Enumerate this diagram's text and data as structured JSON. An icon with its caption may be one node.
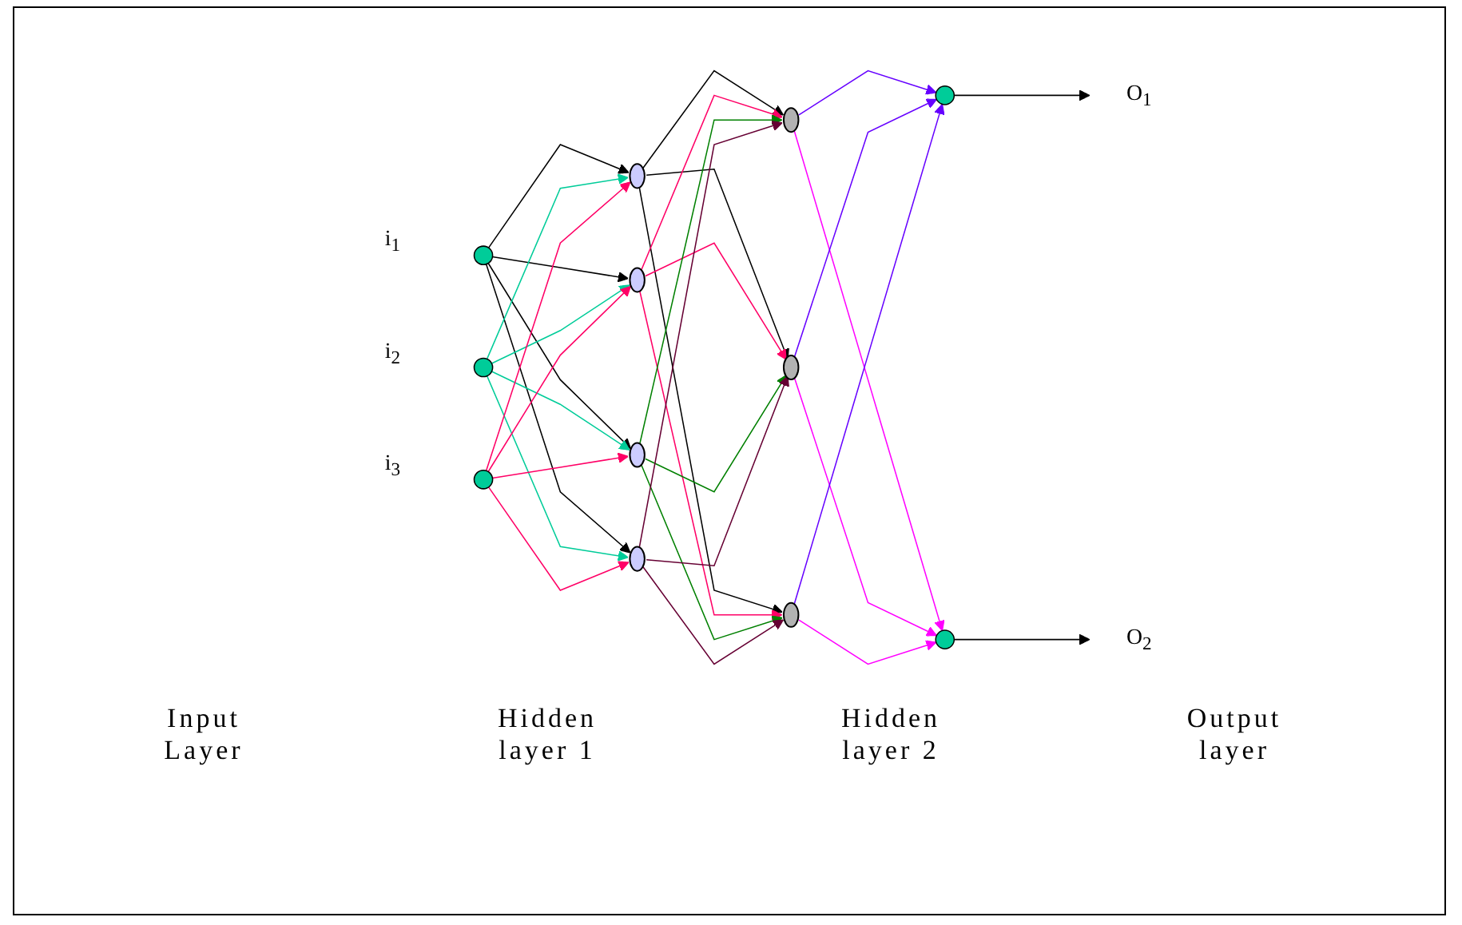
{
  "diagram": {
    "nodes": [
      {
        "text": [],
        "shape": "circle",
        "beside": [
          "i$_{1}$"
        ]
      },
      {
        "text": [],
        "shape": "circle",
        "beside": [
          "i$_{2}$"
        ]
      },
      {
        "text": [],
        "shape": "circle",
        "beside": [
          "i$_{3}$"
        ]
      },
      {
        "text": [],
        "shape": "ellipse"
      },
      {
        "text": [],
        "shape": "ellipse"
      },
      {
        "text": [],
        "shape": "ellipse"
      },
      {
        "text": [],
        "shape": "ellipse"
      },
      {
        "text": [],
        "shape": "ellipse"
      },
      {
        "text": [],
        "shape": "ellipse"
      },
      {
        "text": [],
        "shape": "ellipse"
      },
      {
        "text": [],
        "shape": "circle"
      },
      {
        "text": [],
        "shape": "circle"
      },
      {
        "text": [
          "O$_{1}$"
        ]
      },
      {
        "text": [
          "O$_{2}$"
        ]
      }
    ],
    "edges": [
      {
        "from": 0,
        "to": 3,
        "arrow": "to"
      },
      {
        "from": 0,
        "to": 4,
        "arrow": "to"
      },
      {
        "from": 0,
        "to": 5,
        "arrow": "to"
      },
      {
        "from": 0,
        "to": 6,
        "arrow": "to"
      },
      {
        "from": 1,
        "to": 3,
        "arrow": "to",
        "color": "#00cc99"
      },
      {
        "from": 1,
        "to": 4,
        "arrow": "to",
        "color": "#00cc99"
      },
      {
        "from": 1,
        "to": 5,
        "arrow": "to",
        "color": "#00cc99"
      },
      {
        "from": 1,
        "to": 6,
        "arrow": "to",
        "color": "#00cc99"
      },
      {
        "from": 2,
        "to": 3,
        "arrow": "to",
        "color": "#ff0066"
      },
      {
        "from": 2,
        "to": 4,
        "arrow": "to",
        "color": "#ff0066"
      },
      {
        "from": 2,
        "to": 5,
        "arrow": "to",
        "color": "#ff0066"
      },
      {
        "from": 2,
        "to": 6,
        "arrow": "to",
        "color": "#ff0066"
      },
      {
        "from": 3,
        "to": 7,
        "arrow": "to"
      },
      {
        "from": 3,
        "to": 8,
        "arrow": "to"
      },
      {
        "from": 3,
        "to": 9,
        "arrow": "to"
      },
      {
        "from": 4,
        "to": 7,
        "arrow": "to",
        "color": "#ff0066"
      },
      {
        "from": 4,
        "to": 8,
        "arrow": "to",
        "color": "#ff0066"
      },
      {
        "from": 4,
        "to": 9,
        "arrow": "to",
        "color": "#ff0066"
      },
      {
        "from": 5,
        "to": 7,
        "arrow": "to",
        "color": "#008000"
      },
      {
        "from": 5,
        "to": 8,
        "arrow": "to",
        "color": "#008000"
      },
      {
        "from": 5,
        "to": 9,
        "arrow": "to",
        "color": "#008000"
      },
      {
        "from": 6,
        "to": 7,
        "arrow": "to",
        "color": "#660033"
      },
      {
        "from": 6,
        "to": 8,
        "arrow": "to",
        "color": "#660033"
      },
      {
        "from": 6,
        "to": 9,
        "arrow": "to",
        "color": "#660033"
      },
      {
        "from": 7,
        "to": 10,
        "arrow": "to",
        "color": "#6600ff"
      },
      {
        "from": 7,
        "to": 11,
        "arrow": "to",
        "color": "#ff00ff"
      },
      {
        "from": 8,
        "to": 10,
        "arrow": "to",
        "color": "#6600ff"
      },
      {
        "from": 8,
        "to": 11,
        "arrow": "to",
        "color": "#ff00ff"
      },
      {
        "from": 9,
        "to": 10,
        "arrow": "to",
        "color": "#6600ff"
      },
      {
        "from": 9,
        "to": 11,
        "arrow": "to",
        "color": "#ff00ff"
      },
      {
        "from": 10,
        "to": 12,
        "arrow": "to"
      },
      {
        "from": 11,
        "to": 13,
        "arrow": "to"
      }
    ],
    "labels": [
      "Input Layer",
      "Hidden layer 1",
      "Hidden layer 2",
      "Output layer"
    ]
  }
}
